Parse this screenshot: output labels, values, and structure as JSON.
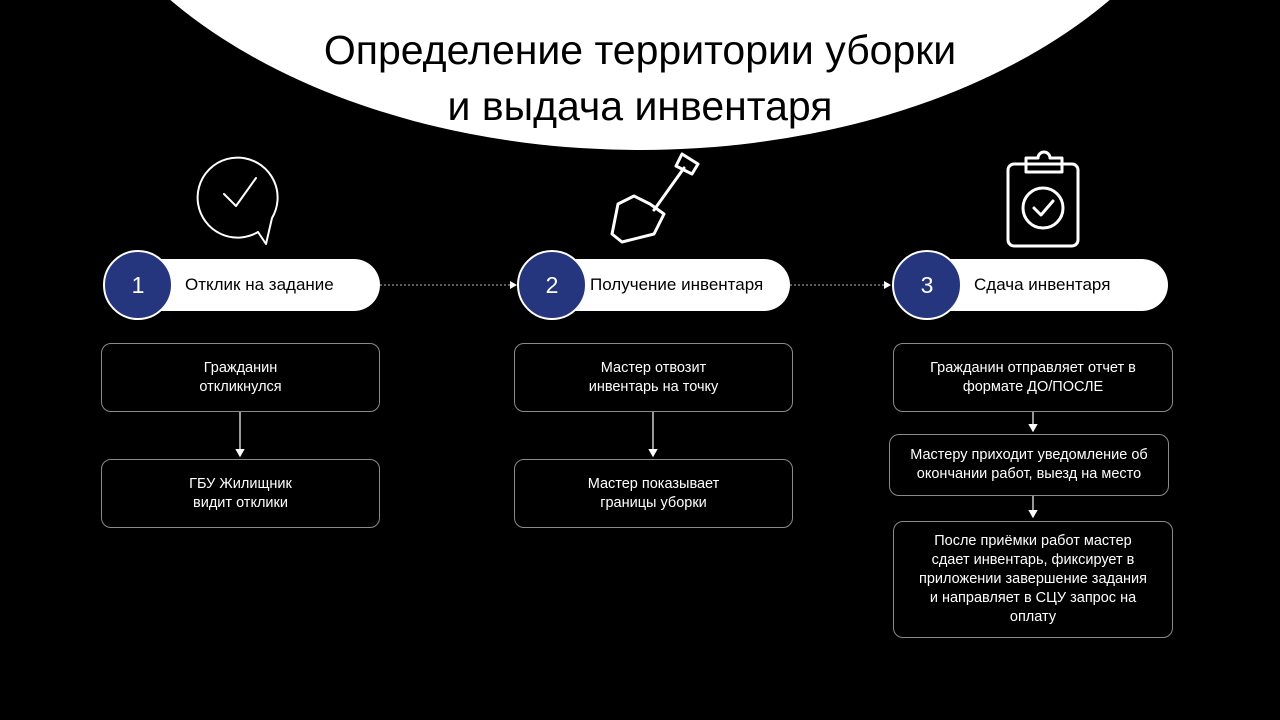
{
  "title": {
    "line1": "Определение территории уборки",
    "line2": "и выдача инвентаря"
  },
  "colors": {
    "accent": "#25367e",
    "background": "#000000",
    "box_border": "#8a8a8a"
  },
  "steps": [
    {
      "number": "1",
      "label": "Отклик на задание",
      "icon": "chat-check-icon",
      "boxes": [
        "Гражданин\nоткликнулся",
        "ГБУ Жилищник\nвидит отклики"
      ]
    },
    {
      "number": "2",
      "label": "Получение инвентаря",
      "icon": "shovel-icon",
      "boxes": [
        "Мастер отвозит\nинвентарь на точку",
        "Мастер показывает\nграницы уборки"
      ]
    },
    {
      "number": "3",
      "label": "Сдача инвентаря",
      "icon": "clipboard-check-icon",
      "boxes": [
        "Гражданин отправляет отчет в\nформате ДО/ПОСЛЕ",
        "Мастеру приходит уведомление об\nокончании работ, выезд на место",
        "После приёмки работ мастер\nсдает инвентарь, фиксирует в\nприложении завершение задания\nи направляет в СЦУ запрос на\nоплату"
      ]
    }
  ]
}
